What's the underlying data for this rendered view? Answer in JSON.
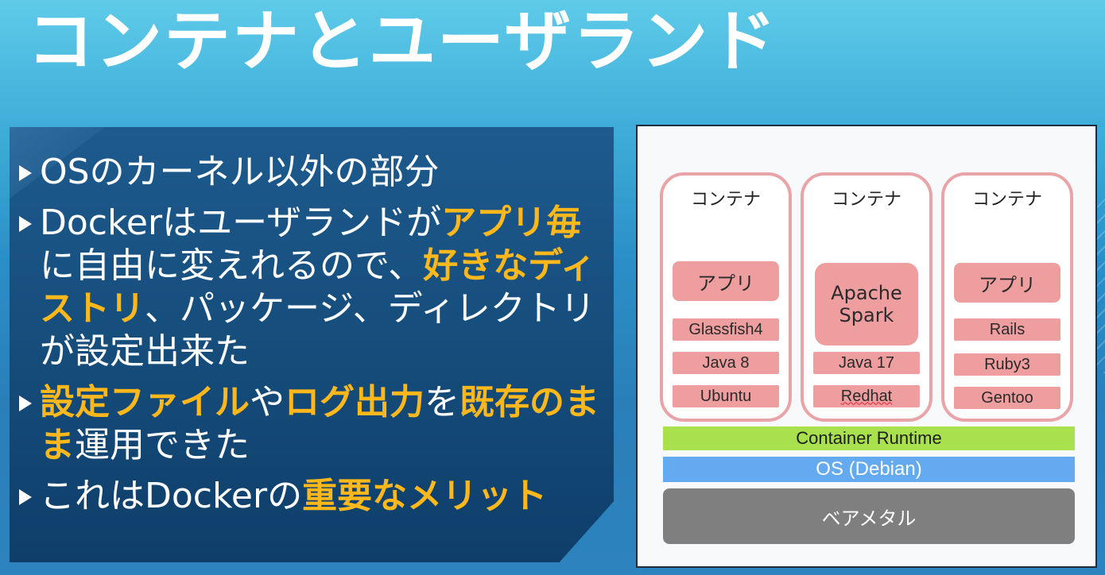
{
  "slide": {
    "title": "コンテナとユーザランド"
  },
  "bullets": [
    {
      "parts": [
        "OSのカーネル以外の部分"
      ]
    },
    {
      "parts": [
        "Dockerはユーザランドが",
        "アプリ毎",
        "に自由に変えれるので、",
        "好きなディストリ",
        "、パッケージ、ディレクトリが設定出来た"
      ]
    },
    {
      "parts": [
        "設定ファイル",
        "や",
        "ログ出力",
        "を",
        "既存のまま",
        "運用できた"
      ]
    },
    {
      "parts": [
        "これはDockerの",
        "重要なメリット"
      ]
    }
  ],
  "diagram": {
    "containers": [
      {
        "title": "コンテナ",
        "app": "アプリ",
        "middleware": "Glassfish4",
        "runtime": "Java 8",
        "os": "Ubuntu"
      },
      {
        "title": "コンテナ",
        "app": "Apache Spark",
        "runtime": "Java 17",
        "os": "Redhat"
      },
      {
        "title": "コンテナ",
        "app": "アプリ",
        "middleware": "Rails",
        "runtime": "Ruby3",
        "os": "Gentoo"
      }
    ],
    "container_runtime": "Container Runtime",
    "host_os": "OS (Debian)",
    "bare_metal": "ベアメタル"
  },
  "colors": {
    "highlight": "#ffb81c",
    "container_border": "#e9a4a8",
    "layer_fill": "#ee9e9f",
    "runtime_fill": "#a9e04e",
    "os_fill": "#64aaf0",
    "metal_fill": "#7f7f7f"
  }
}
